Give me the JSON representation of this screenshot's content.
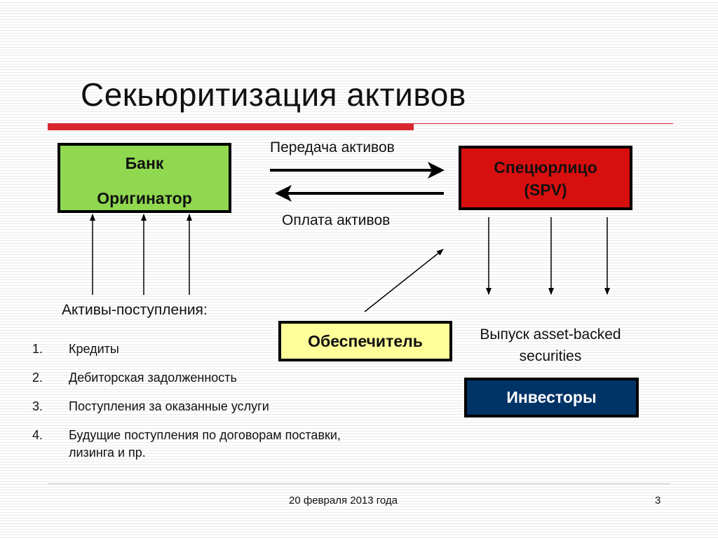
{
  "title": "Секьюритизация активов",
  "boxes": {
    "bank": {
      "line1": "Банк",
      "line2": "Оригинатор",
      "color": "#90d850"
    },
    "spv": {
      "line1": "Спецюрлицо",
      "line2": "(SPV)",
      "color": "#d80f0f"
    },
    "guarantor": {
      "label": "Обеспечитель",
      "color": "#ffff99"
    },
    "investors": {
      "label": "Инвесторы",
      "color": "#003366"
    }
  },
  "labels": {
    "transfer": "Передача активов",
    "payment": "Оплата активов",
    "inflows": "Активы-поступления:",
    "issue": "Выпуск asset-backed securities"
  },
  "inflow_list": [
    {
      "num": "1.",
      "text": "Кредиты"
    },
    {
      "num": "2.",
      "text": "Дебиторская задолженность"
    },
    {
      "num": "3.",
      "text": "Поступления за оказанные услуги"
    },
    {
      "num": "4.",
      "text": "Будущие поступления по договорам поставки, лизинга и пр."
    }
  ],
  "footer": {
    "date": "20 февраля 2013 года",
    "page": "3"
  },
  "accent_color": "#d8272e"
}
